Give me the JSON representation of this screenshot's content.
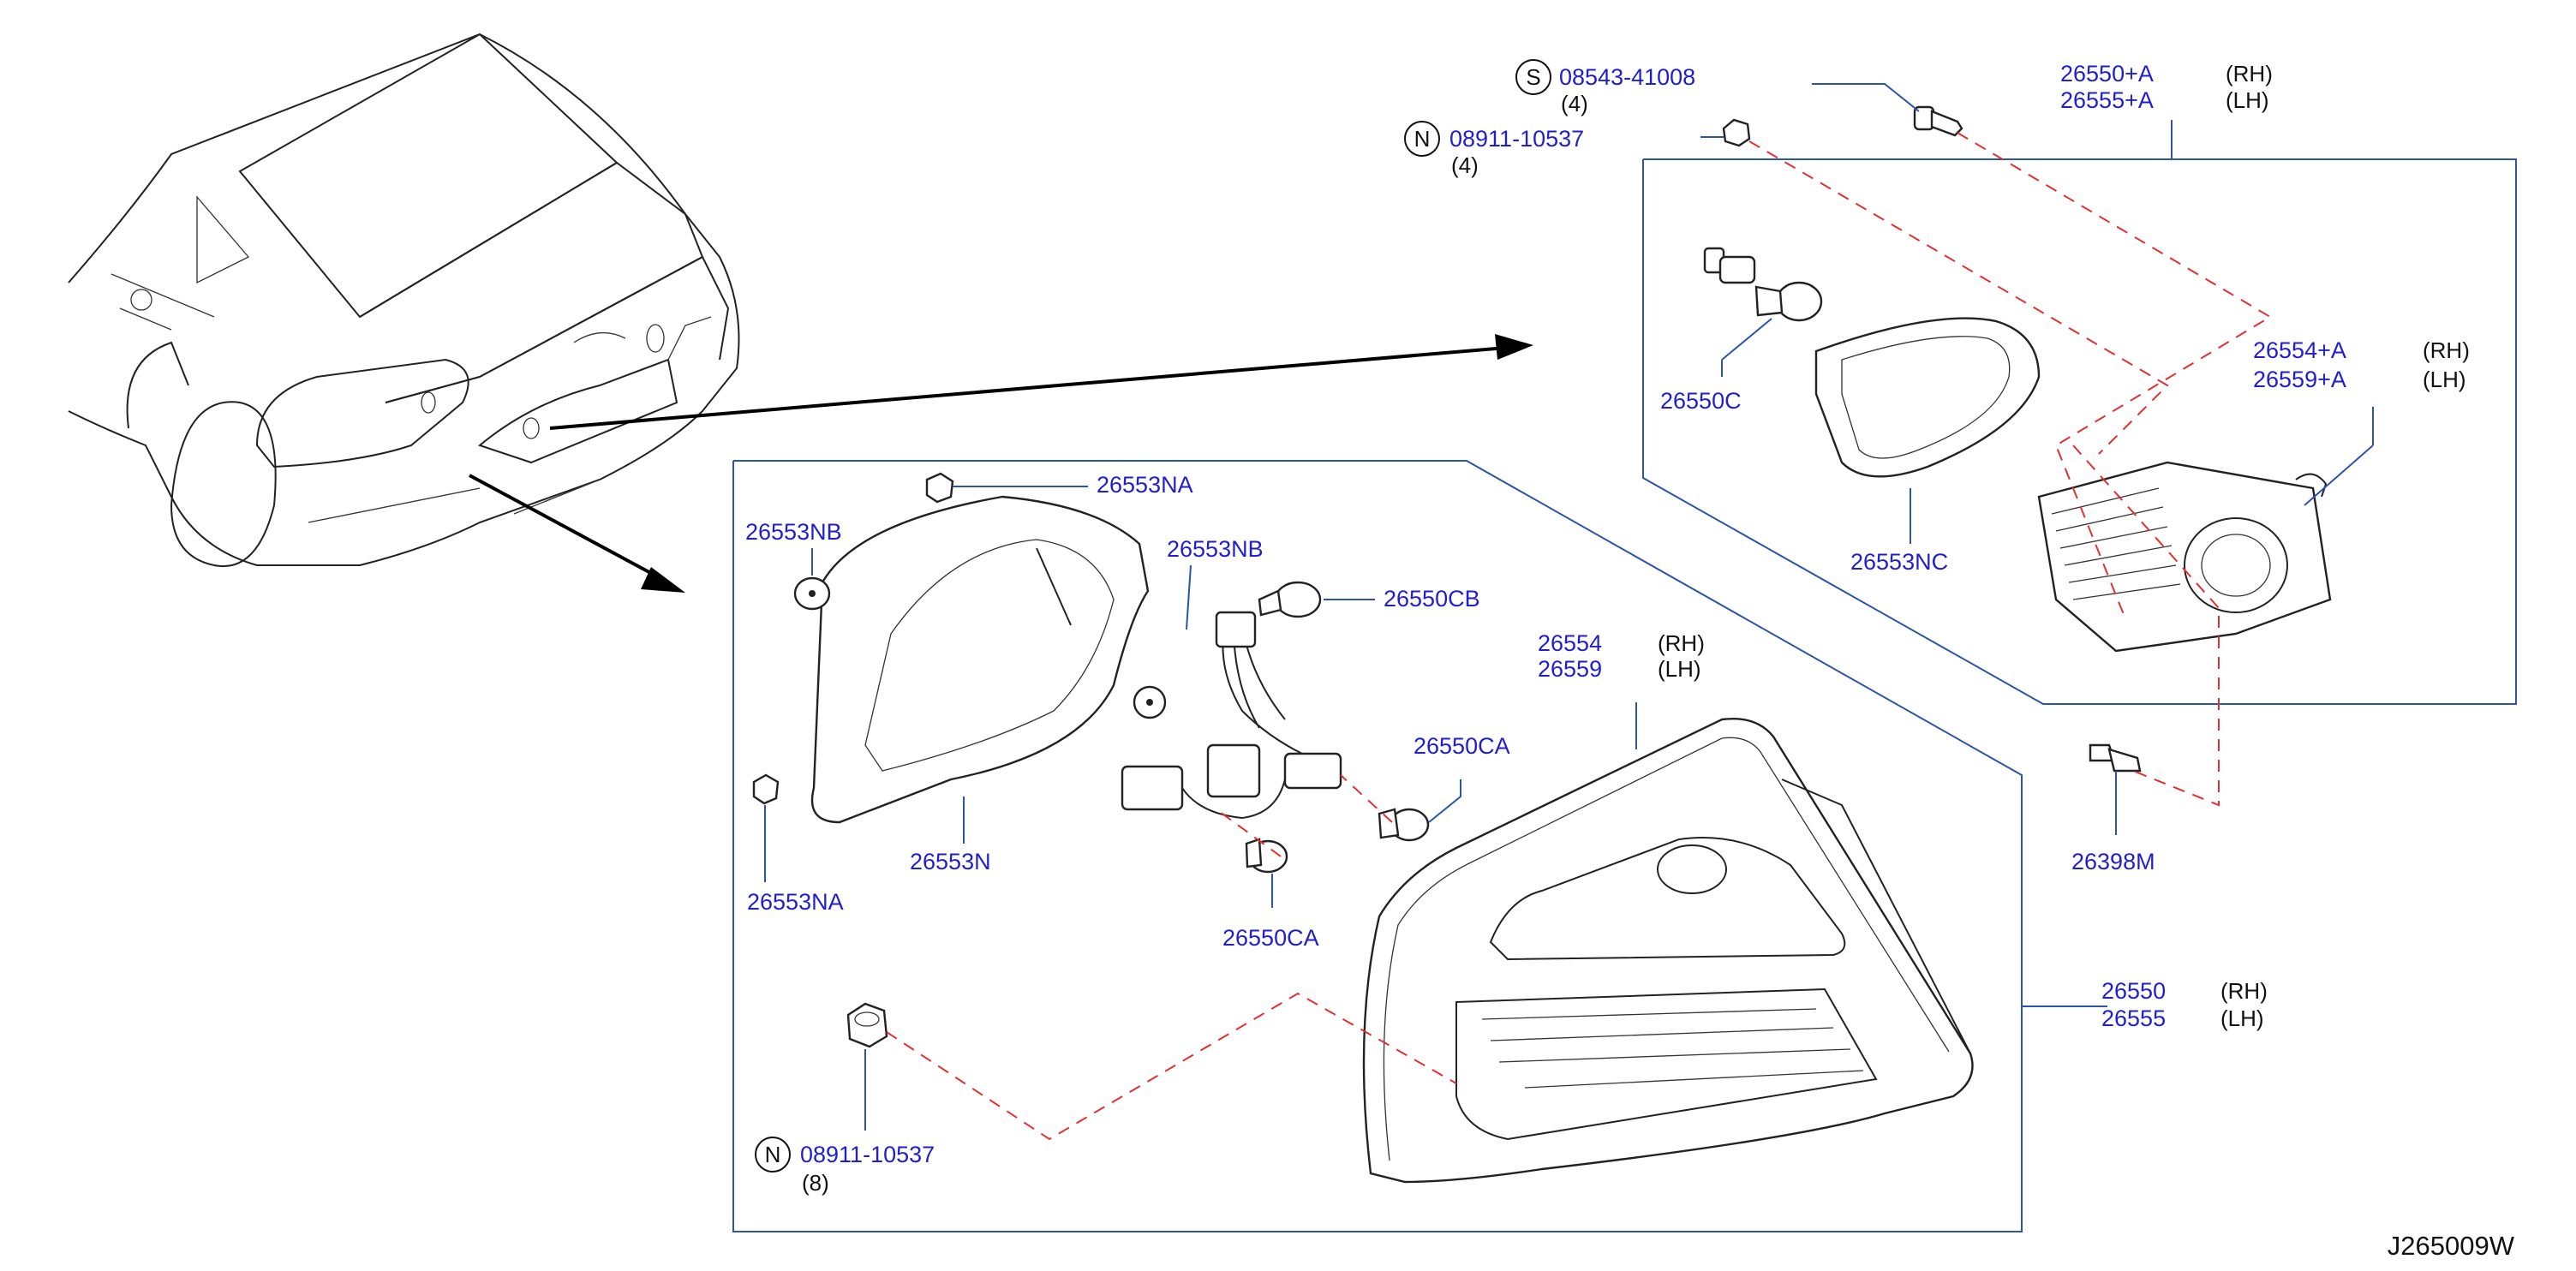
{
  "colors": {
    "part_label": "#1f1fd0",
    "leader_line": "#2b55a8",
    "guide_dashed": "#e03030",
    "outline": "#222222"
  },
  "diagram_code": "J265009W",
  "fasteners": {
    "screw_s": {
      "symbol": "S",
      "part": "08543-41008",
      "qty": "(4)"
    },
    "nut_n_top": {
      "symbol": "N",
      "part": "08911-10537",
      "qty": "(4)"
    },
    "nut_n_bottom": {
      "symbol": "N",
      "part": "08911-10537",
      "qty": "(8)"
    }
  },
  "inner_lamp_set": {
    "rh_part": "26550+A",
    "rh_side": "(RH)",
    "lh_part": "26555+A",
    "lh_side": "(LH)"
  },
  "inner_lamp_body": {
    "rh_part": "26554+A",
    "rh_side": "(RH)",
    "lh_part": "26559+A",
    "lh_side": "(LH)"
  },
  "outer_lamp_body": {
    "rh_part": "26554",
    "rh_side": "(RH)",
    "lh_part": "26559",
    "lh_side": "(LH)"
  },
  "outer_lamp_set": {
    "rh_part": "26550",
    "rh_side": "(RH)",
    "lh_part": "26555",
    "lh_side": "(LH)"
  },
  "parts": {
    "p26550C": "26550C",
    "p26553NC": "26553NC",
    "p26398M": "26398M",
    "p26553NA_top": "26553NA",
    "p26553NB_left": "26553NB",
    "p26553NB_mid": "26553NB",
    "p26550CB": "26550CB",
    "p26550CA_right": "26550CA",
    "p26553N": "26553N",
    "p26553NA_left": "26553NA",
    "p26550CA_bottom": "26550CA"
  }
}
